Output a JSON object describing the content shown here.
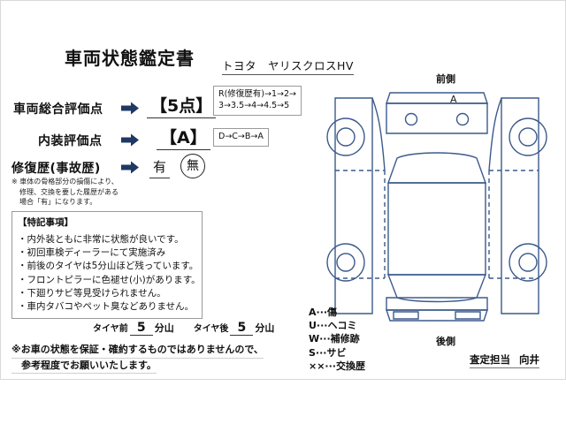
{
  "document": {
    "title": "車両状態鑑定書",
    "vehicle_name": "トヨタ　ヤリスクロスHV"
  },
  "rows": {
    "total_score": {
      "label": "車両総合評価点",
      "arrow_icon": "right-arrow-icon",
      "value": "【5点】",
      "scale_line1": "R(修復歴有)→1→2→",
      "scale_line2": "3→3.5→4→4.5→5"
    },
    "interior_score": {
      "label": "内装評価点",
      "arrow_icon": "right-arrow-icon",
      "value": "【A】",
      "scale_line1": "D→C→B→A"
    },
    "repair_history": {
      "label": "修復歴(事故歴)",
      "arrow_icon": "right-arrow-icon",
      "option_yes": "有",
      "option_no": "無",
      "selected": "無",
      "note_line1": "※ 車体の骨格部分の損傷により、",
      "note_line2": "修理、交換を要した履歴がある",
      "note_line3": "場合「有」になります。"
    }
  },
  "notes": {
    "heading": "【特記事項】",
    "items": [
      "・内外装ともに非常に状態が良いです。",
      "・初回車検ディーラーにて実施済み",
      "・前後のタイヤは5分山ほど残っています。",
      "・フロントピラーに色褪せ(小)があります。",
      "・下廻りサビ等見受けられません。",
      "・車内タバコやペット臭などありません。"
    ]
  },
  "tires": {
    "front_label": "タイヤ前",
    "front_value": "5",
    "front_unit": "分山",
    "rear_label": "タイヤ後",
    "rear_value": "5",
    "rear_unit": "分山"
  },
  "disclaimer": {
    "line1": "※お車の状態を保証・確約するものではありませんので、",
    "line2": "　参考程度でお願いいたします。"
  },
  "diagram": {
    "front_label": "前側",
    "rear_label": "後側",
    "damage_marks": [
      {
        "code": "A",
        "location": "hood"
      }
    ]
  },
  "legend": {
    "items": [
      "A···傷",
      "U···ヘコミ",
      "W···補修跡",
      "S···サビ",
      "××···交換歴"
    ]
  },
  "assessor": {
    "label": "査定担当",
    "name": "向井"
  },
  "colors": {
    "arrow": "#1f3864",
    "diagram_line": "#3c5a8c",
    "box_border": "#9a9a9a",
    "text": "#111111"
  }
}
